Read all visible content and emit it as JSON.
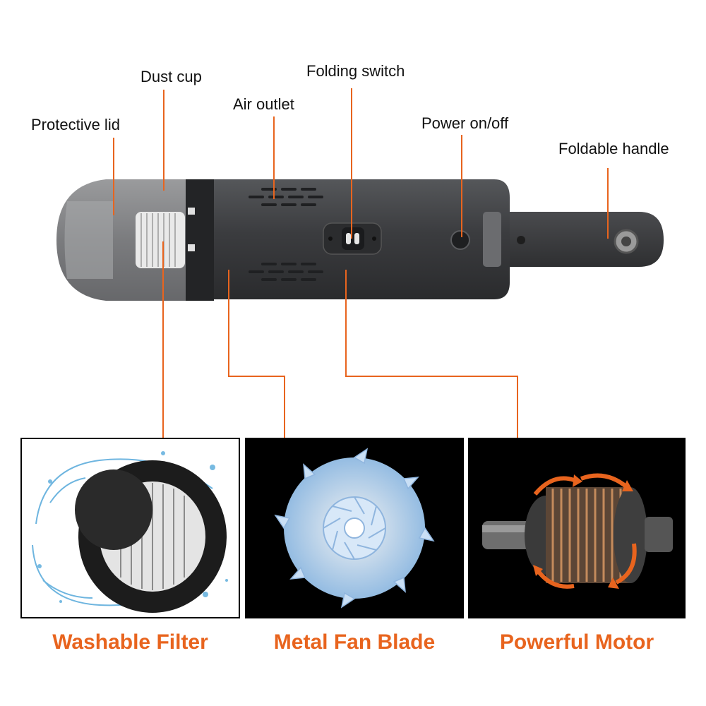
{
  "colors": {
    "accent": "#e8641e",
    "body": "#3a3b3d",
    "panel_dark": "#000000"
  },
  "callouts": {
    "protective_lid": "Protective lid",
    "dust_cup": "Dust cup",
    "air_outlet": "Air outlet",
    "folding_switch": "Folding switch",
    "power_on_off": "Power on/off",
    "foldable_handle": "Foldable handle"
  },
  "features": [
    {
      "label": "Washable Filter",
      "icon": "filter-icon"
    },
    {
      "label": "Metal Fan Blade",
      "icon": "fan-blade-icon"
    },
    {
      "label": "Powerful Motor",
      "icon": "motor-icon"
    }
  ]
}
